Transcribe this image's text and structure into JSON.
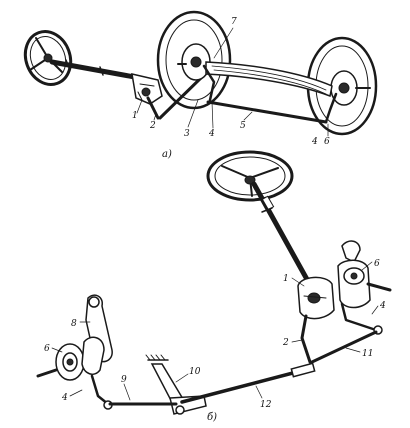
{
  "figure": {
    "panel_a": {
      "caption": "а)",
      "labels": [
        "1",
        "2",
        "3",
        "4",
        "5",
        "7",
        "4",
        "6"
      ]
    },
    "panel_b": {
      "caption": "б)",
      "labels": [
        "1",
        "6",
        "4",
        "2",
        "11",
        "8",
        "6",
        "4",
        "9",
        "10",
        "12"
      ]
    }
  }
}
